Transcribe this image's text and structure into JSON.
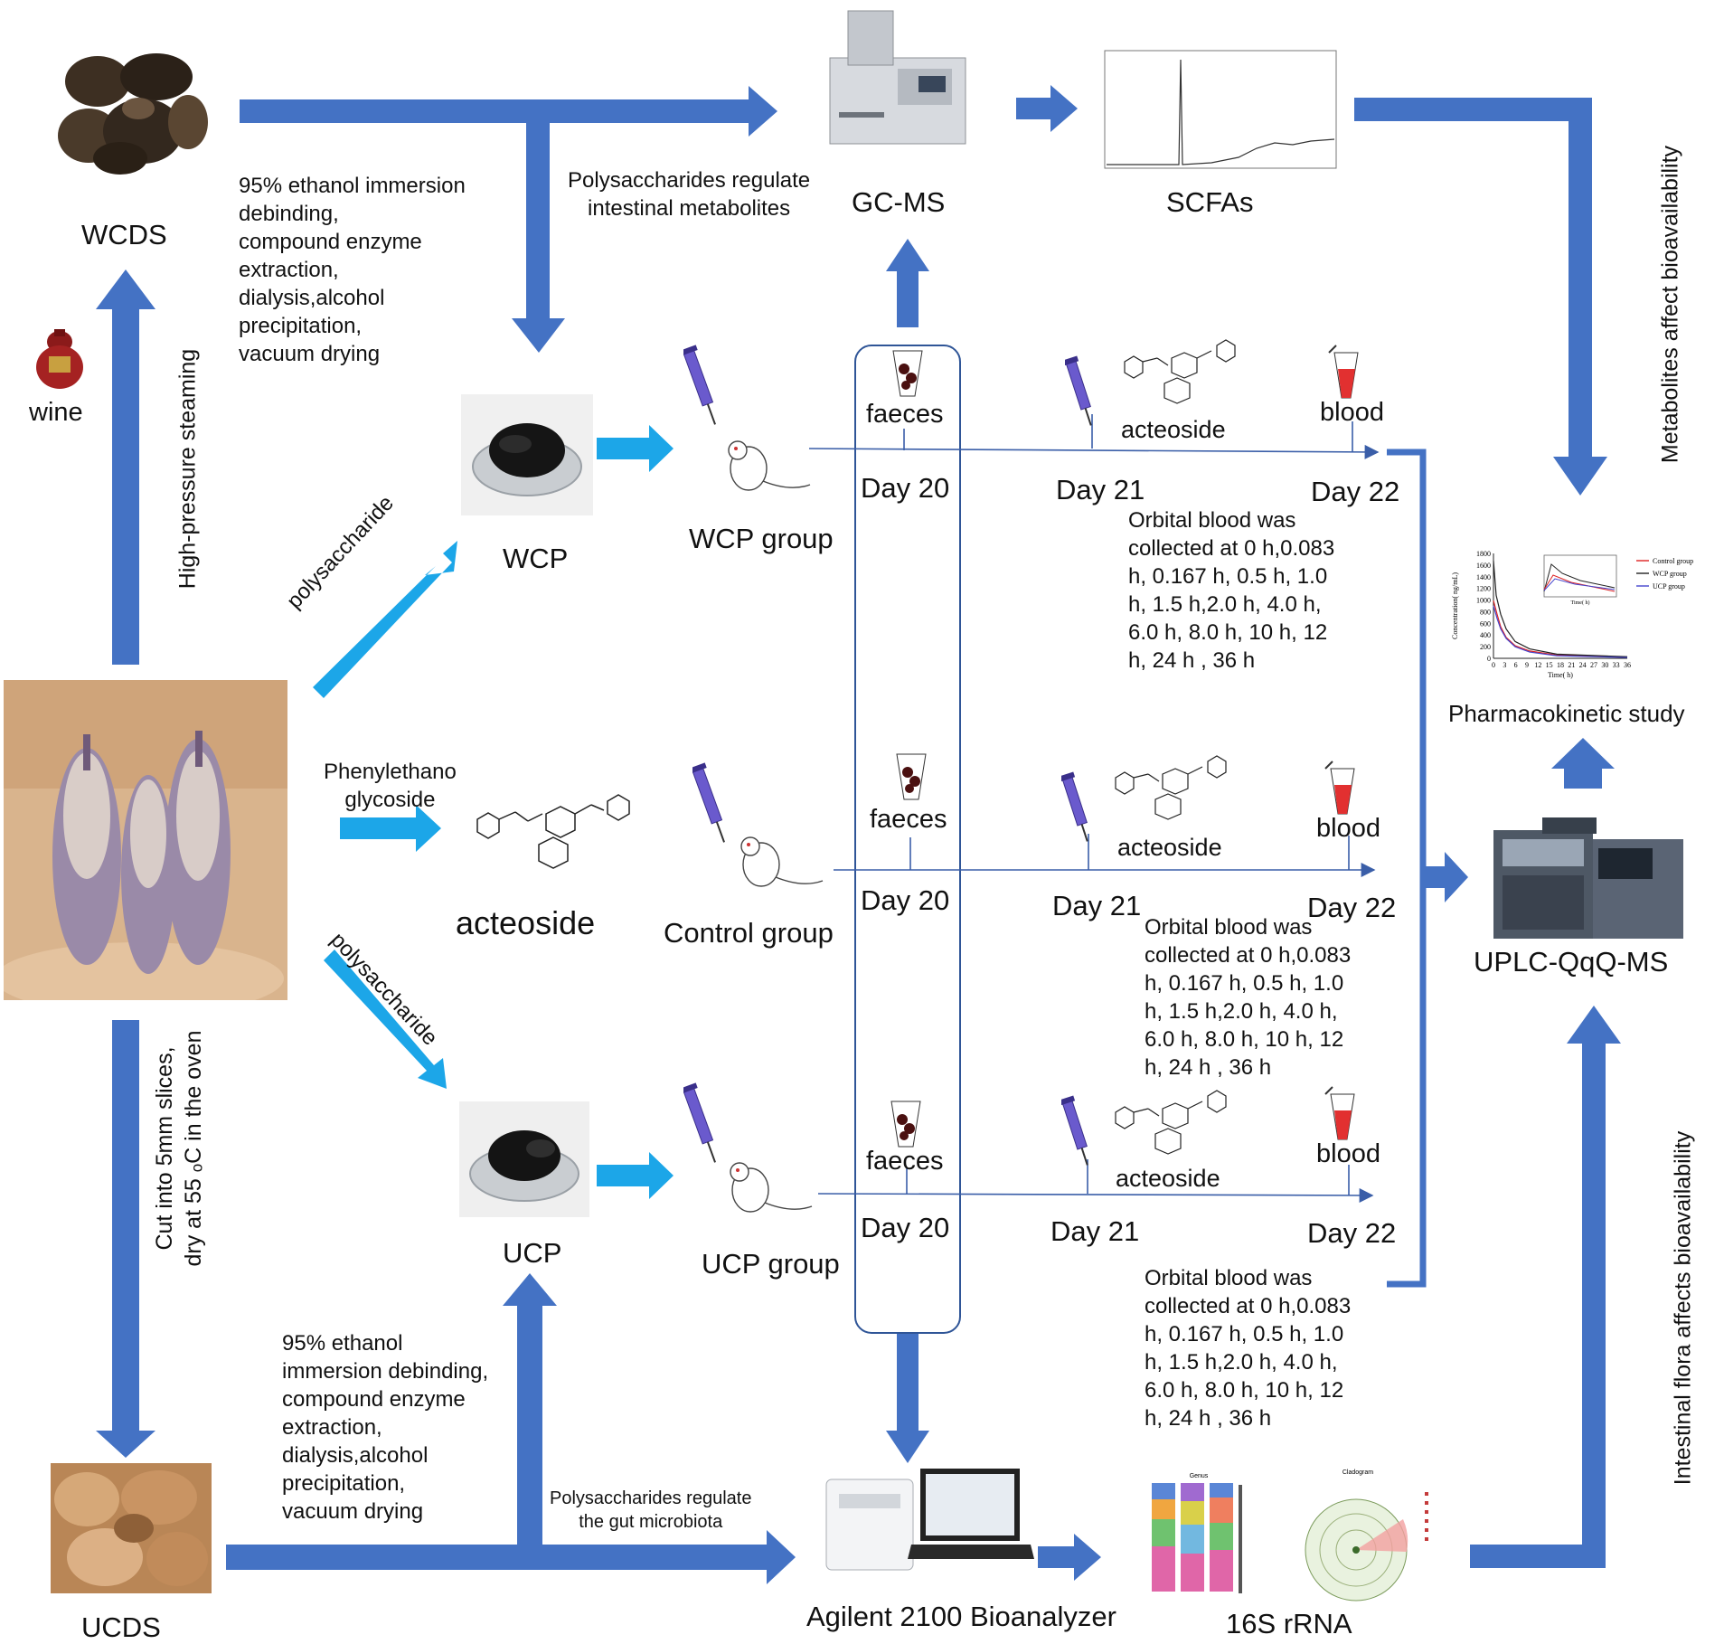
{
  "sources": {
    "wcds": "WCDS",
    "ucds": "UCDS",
    "wine": "wine"
  },
  "processes": {
    "high_pressure": "High-pressure steaming",
    "cut_dry": "Cut into 5mm slices,\ndry at 55 ₒC in the oven",
    "wcds_steps": "95% ethanol immersion\ndebinding,\ncompound enzyme\nextraction,\ndialysis,alcohol\nprecipitation,\nvacuum drying",
    "ucds_steps": "95% ethanol\nimmersion debinding,\ncompound enzyme\nextraction,\ndialysis,alcohol\nprecipitation,\nvacuum drying",
    "polysaccharide_top": "polysaccharide",
    "polysaccharide_bottom": "polysaccharide",
    "phenylethanoid": "Phenylethano\nglycoside"
  },
  "products": {
    "wcp": "WCP",
    "ucp": "UCP",
    "acteoside": "acteoside"
  },
  "groups": [
    {
      "name": "WCP group",
      "faeces": "faeces",
      "acteoside": "acteoside",
      "blood": "blood",
      "day20": "Day 20",
      "day21": "Day 21",
      "day22": "Day 22",
      "orbital": "Orbital blood was\ncollected at 0 h,0.083\nh, 0.167 h, 0.5 h, 1.0\nh, 1.5 h,2.0 h, 4.0 h,\n6.0 h, 8.0 h, 10 h, 12\nh, 24 h , 36 h"
    },
    {
      "name": "Control group",
      "faeces": "faeces",
      "acteoside": "acteoside",
      "blood": "blood",
      "day20": "Day 20",
      "day21": "Day 21",
      "day22": "Day 22",
      "orbital": "Orbital blood was\ncollected at 0 h,0.083\nh, 0.167 h, 0.5 h, 1.0\nh, 1.5 h,2.0 h, 4.0 h,\n6.0 h, 8.0 h, 10 h, 12\nh, 24 h , 36 h"
    },
    {
      "name": "UCP group",
      "faeces": "faeces",
      "acteoside": "acteoside",
      "blood": "blood",
      "day20": "Day 20",
      "day21": "Day 21",
      "day22": "Day 22",
      "orbital": "Orbital blood was\ncollected at 0 h,0.083\nh, 0.167 h, 0.5 h, 1.0\nh, 1.5 h,2.0 h, 4.0 h,\n6.0 h, 8.0 h, 10 h, 12\nh, 24 h , 36 h"
    }
  ],
  "instruments": {
    "gcms": "GC-MS",
    "scfas": "SCFAs",
    "bioanalyzer": "Agilent 2100 Bioanalyzer",
    "rrna": "16S rRNA",
    "uplc": "UPLC-QqQ-MS",
    "pk": "Pharmacokinetic study"
  },
  "annotations": {
    "metabolites": "Polysaccharides regulate\nintestinal metabolites",
    "microbiota": "Polysaccharides regulate\nthe gut microbiota",
    "metab_bio": "Metabolites affect bioavailability",
    "flora_bio": "Intestinal flora affects bioavailability"
  },
  "pk_chart": {
    "ylabel": "Concentration( ng/mL)",
    "xlabel": "Time( h)",
    "inset_xlabel": "Time( h)",
    "yticks": [
      "1800",
      "1600",
      "1400",
      "1200",
      "1000",
      "800",
      "600",
      "400",
      "200",
      "0"
    ],
    "xticks": [
      "0",
      "3",
      "6",
      "9",
      "12",
      "15",
      "18",
      "21",
      "24",
      "27",
      "30",
      "33",
      "36"
    ],
    "legend": [
      "Control group",
      "WCP group",
      "UCP group"
    ]
  },
  "rrna_panels": {
    "genus_title": "Genus",
    "clado_title": "Cladogram"
  },
  "colors": {
    "arrow_blue": "#4472C4",
    "arrow_cyan": "#1CA6E8",
    "outline": "#2F5597"
  }
}
